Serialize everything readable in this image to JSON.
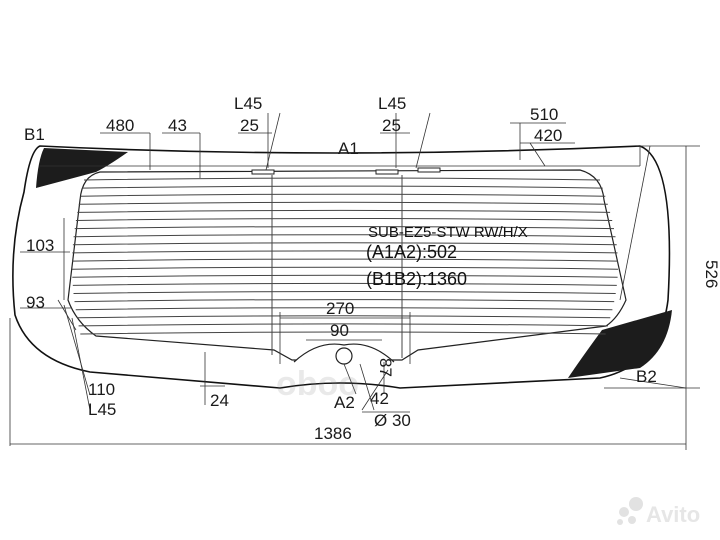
{
  "glass": {
    "code": "SUB-EZ5-STW RW/H/X",
    "a1a2": "(A1A2):502",
    "b1b2": "(B1B2):1360"
  },
  "points": {
    "a1": "A1",
    "a2": "A2",
    "b1": "B1",
    "b2": "B2"
  },
  "dims": {
    "d480": "480",
    "d43": "43",
    "l45_left": "L45",
    "d25_left": "25",
    "l45_right": "L45",
    "d25_right": "25",
    "d510": "510",
    "d420": "420",
    "d103": "103",
    "d93": "93",
    "d110": "110",
    "l45_bottom": "L45",
    "d24": "24",
    "d270": "270",
    "d90": "90",
    "d87": "87",
    "d42": "42",
    "d30": "Ø 30",
    "d526": "526",
    "d1386": "1386"
  },
  "watermarks": {
    "center": "oboo",
    "avito": "Avito"
  }
}
